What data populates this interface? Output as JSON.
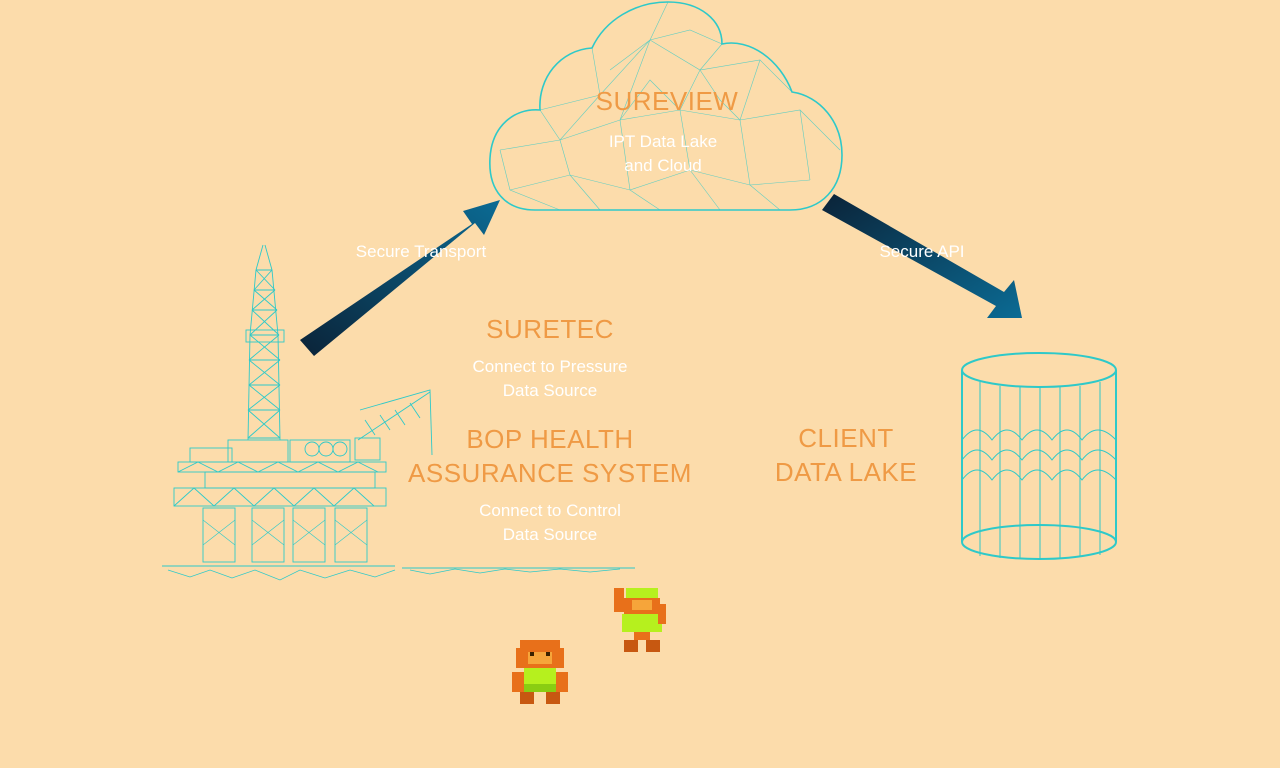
{
  "colors": {
    "background": "#FCDCAB",
    "wireframe": "#2EC9C9",
    "heading": "#EF9A45",
    "caption": "#FFFFFF",
    "arrow_dark": "#0B2338",
    "arrow_light": "#0B6B94"
  },
  "cloud": {
    "title": "SUREVIEW",
    "line1": "IPT Data Lake",
    "line2": "and Cloud"
  },
  "arrows": {
    "left_label": "Secure Transport",
    "right_label": "Secure API"
  },
  "suretec": {
    "title": "SURETEC",
    "line1": "Connect to Pressure",
    "line2": "Data Source"
  },
  "bop": {
    "title_line1": "BOP HEALTH",
    "title_line2": "ASSURANCE SYSTEM",
    "line1": "Connect to Control",
    "line2": "Data Source"
  },
  "client": {
    "title_line1": "CLIENT",
    "title_line2": "DATA LAKE"
  },
  "icons": {
    "rig": "oil-rig-icon",
    "cloud": "cloud-icon",
    "database": "database-cylinder-icon",
    "character_a": "pixel-character-icon",
    "character_b": "pixel-character-waving-icon"
  }
}
